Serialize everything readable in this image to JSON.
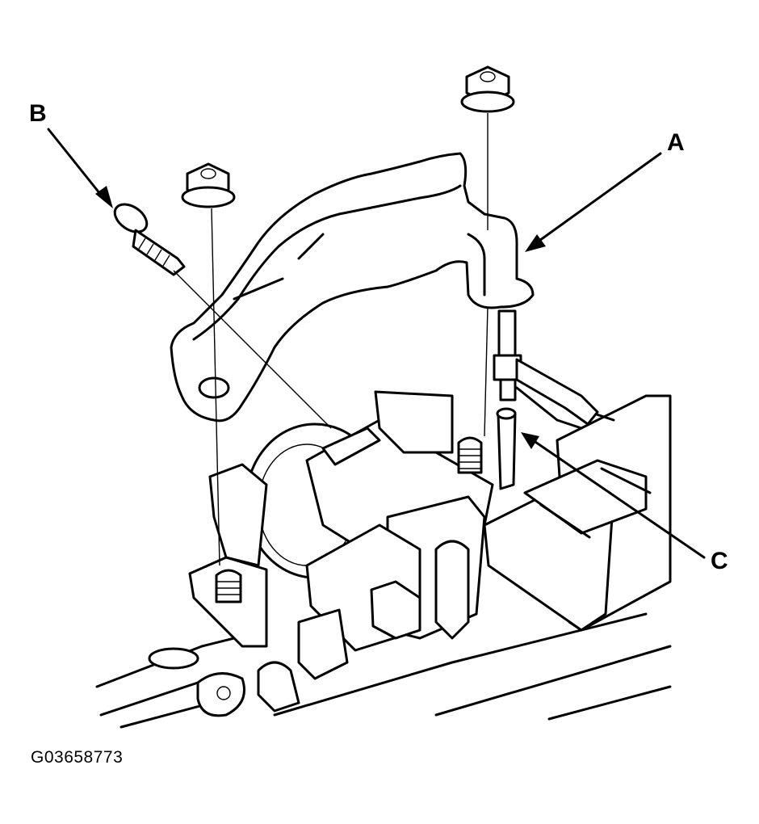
{
  "callouts": {
    "a": "A",
    "b": "B",
    "c": "C"
  },
  "figure_id": "G03658773",
  "colors": {
    "ink": "#000000",
    "background": "#ffffff"
  }
}
